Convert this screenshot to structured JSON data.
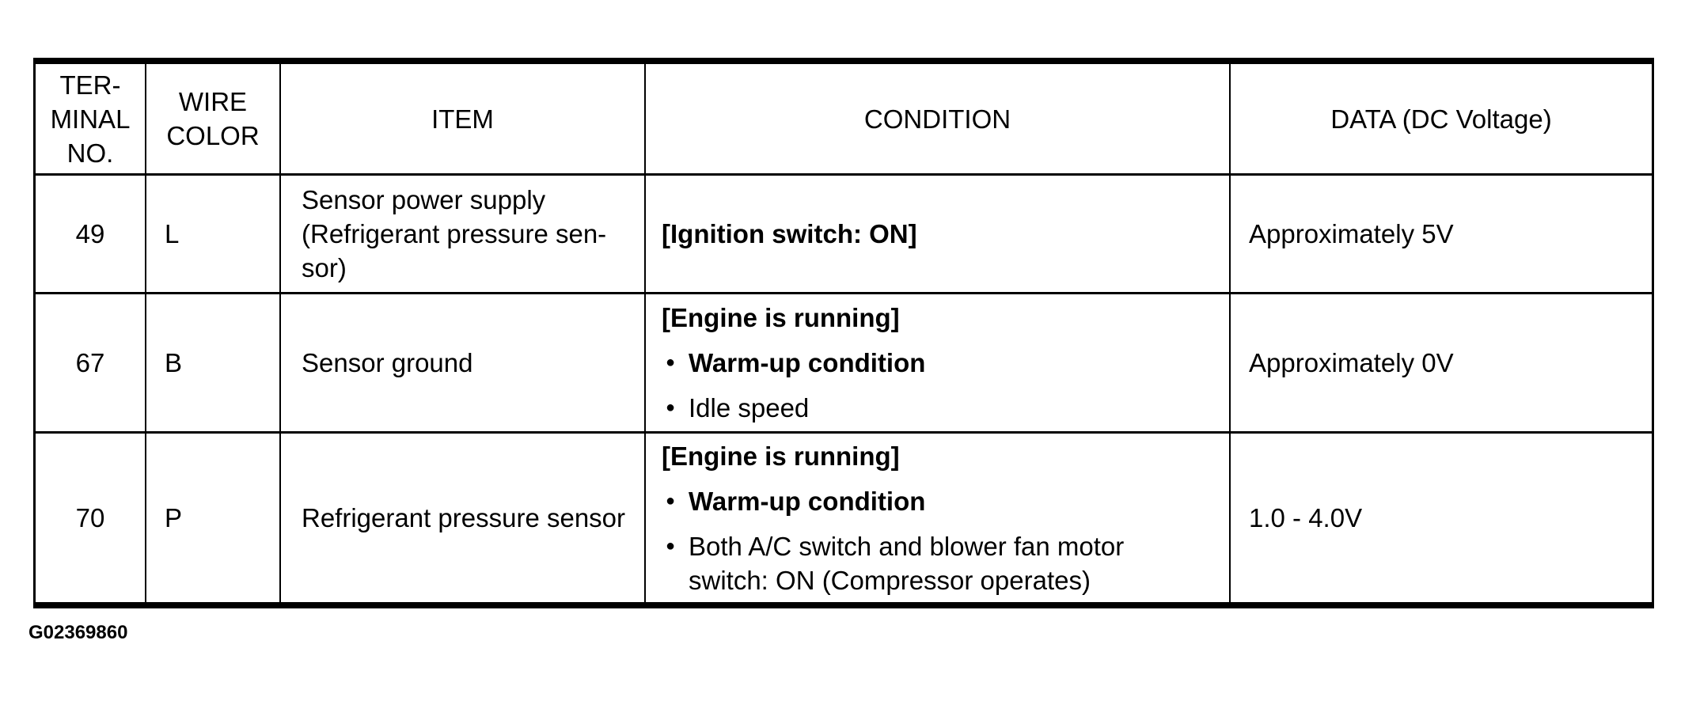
{
  "page": {
    "background": "#ffffff",
    "text_color": "#000000"
  },
  "icons": {
    "bullet_glyph": "●"
  },
  "table": {
    "columns": [
      {
        "key": "terminal_no",
        "label_lines": [
          "TER-",
          "MINAL",
          "NO."
        ]
      },
      {
        "key": "wire_color",
        "label_lines": [
          "WIRE",
          "COLOR"
        ]
      },
      {
        "key": "item",
        "label_lines": [
          "ITEM"
        ]
      },
      {
        "key": "condition",
        "label_lines": [
          "CONDITION"
        ]
      },
      {
        "key": "data",
        "label_lines": [
          "DATA (DC Voltage)"
        ]
      }
    ],
    "rows": [
      {
        "terminal_no": "49",
        "wire_color": "L",
        "item_lines": [
          "Sensor power supply",
          "(Refrigerant pressure sen-",
          "sor)"
        ],
        "condition_items": [
          {
            "bold": true,
            "bullet": false,
            "lines": [
              "[Ignition switch: ON]"
            ]
          }
        ],
        "data": "Approximately 5V"
      },
      {
        "terminal_no": "67",
        "wire_color": "B",
        "item_lines": [
          "Sensor ground"
        ],
        "condition_items": [
          {
            "bold": true,
            "bullet": false,
            "lines": [
              "[Engine is running]"
            ]
          },
          {
            "bold": true,
            "bullet": true,
            "lines": [
              "Warm-up condition"
            ]
          },
          {
            "bold": false,
            "bullet": true,
            "lines": [
              "Idle speed"
            ]
          }
        ],
        "data": "Approximately 0V"
      },
      {
        "terminal_no": "70",
        "wire_color": "P",
        "item_lines": [
          "Refrigerant pressure sensor"
        ],
        "condition_items": [
          {
            "bold": true,
            "bullet": false,
            "lines": [
              "[Engine is running]"
            ]
          },
          {
            "bold": true,
            "bullet": true,
            "lines": [
              "Warm-up condition"
            ]
          },
          {
            "bold": false,
            "bullet": true,
            "lines": [
              "Both A/C switch and blower fan motor",
              "switch: ON (Compressor operates)"
            ]
          }
        ],
        "data": "1.0 - 4.0V"
      }
    ]
  },
  "footer": {
    "figure_id": "G02369860"
  }
}
